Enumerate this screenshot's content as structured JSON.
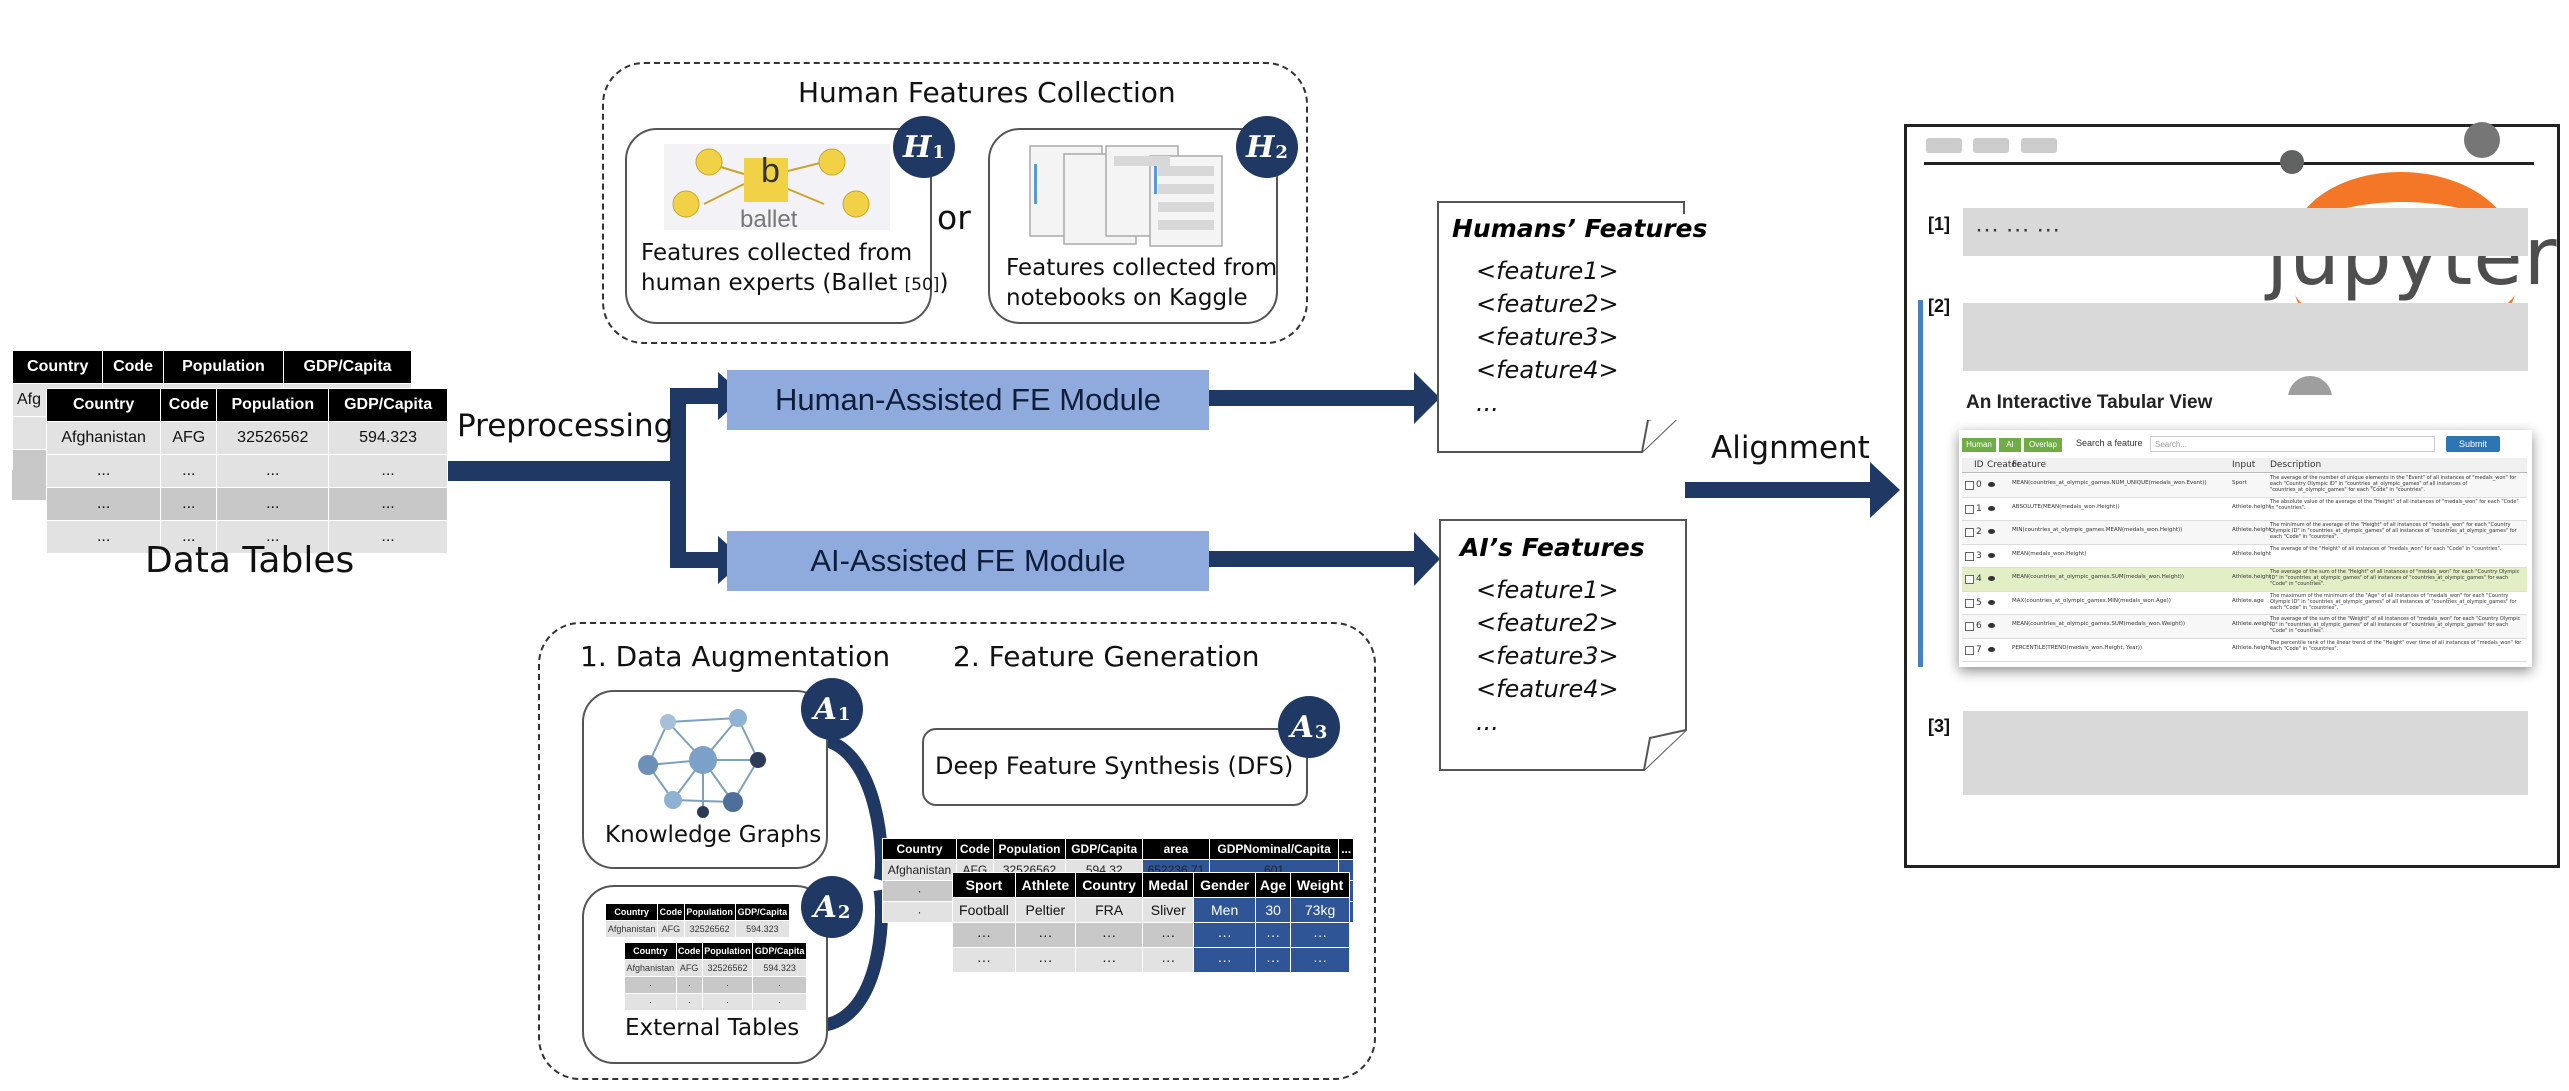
{
  "data_tables": {
    "label": "Data Tables",
    "back": {
      "headers": [
        "Country",
        "Code",
        "Population",
        "GDP/Capita"
      ],
      "peek": "Afg"
    },
    "front": {
      "headers": [
        "Country",
        "Code",
        "Population",
        "GDP/Capita"
      ],
      "row1": [
        "Afghanistan",
        "AFG",
        "32526562",
        "594.323"
      ],
      "ellipsis": "..."
    }
  },
  "preprocessing_label": "Preprocessing",
  "human_collection": {
    "title": "Human Features Collection",
    "ballet_word": "ballet",
    "ballet_logo_letter": "b",
    "h1_line1": "Features collected from",
    "h1_line2": "human experts (Ballet ",
    "h1_ref": "[50]",
    "h1_close": ")",
    "or": "or",
    "h2_line1": "Features collected from",
    "h2_line2": "notebooks on Kaggle"
  },
  "badges": {
    "h1": "H",
    "h1_sub": "1",
    "h2": "H",
    "h2_sub": "2",
    "a1": "A",
    "a1_sub": "1",
    "a2": "A",
    "a2_sub": "2",
    "a3": "A",
    "a3_sub": "3"
  },
  "modules": {
    "human": "Human-Assisted FE Module",
    "ai": "AI-Assisted FE Module"
  },
  "humans_features": {
    "title": "Humans’ Features",
    "items": [
      "<feature1>",
      "<feature2>",
      "<feature3>",
      "<feature4>",
      "..."
    ]
  },
  "ai_features": {
    "title": "AI’s Features",
    "items": [
      "<feature1>",
      "<feature2>",
      "<feature3>",
      "<feature4>",
      "..."
    ]
  },
  "alignment_label": "Alignment",
  "ai_collection": {
    "aug_title": "1. Data Augmentation",
    "gen_title": "2. Feature Generation",
    "kg_label": "Knowledge Graphs",
    "ext_label": "External Tables",
    "dfs_label": "Deep Feature Synthesis (DFS)",
    "ext_t1": {
      "headers": [
        "Country",
        "Code",
        "Population",
        "GDP/Capita"
      ],
      "row": [
        "Afghanistan",
        "AFG",
        "32526562",
        "594.323"
      ]
    },
    "ext_t2": {
      "headers": [
        "Country",
        "Code",
        "Population",
        "GDP/Capita"
      ],
      "row": [
        "Afghanistan",
        "AFG",
        "32526562",
        "594.323"
      ]
    },
    "merged": {
      "headers": [
        "Country",
        "Code",
        "Population",
        "GDP/Capita",
        "area",
        "GDPNominal/Capita",
        "..."
      ],
      "row": [
        "Afghanistan",
        "AFG",
        "32526562",
        "594.32",
        "652236.71",
        "601",
        "..."
      ]
    },
    "athletes": {
      "headers": [
        "Sport",
        "Athlete",
        "Country",
        "Medal",
        "Gender",
        "Age",
        "Weight"
      ],
      "row": [
        "Football",
        "Peltier",
        "FRA",
        "Sliver",
        "Men",
        "30",
        "73kg"
      ]
    }
  },
  "jupyter": {
    "logo_text": "jupyter",
    "cell1_label": "[1]",
    "cell1_text": "··· ··· ···",
    "cell2_label": "[2]",
    "cell3_label": "[3]",
    "view_title": "An Interactive Tabular View",
    "tabs": [
      "Human",
      "AI",
      "Overlap"
    ],
    "search_label": "Search a feature",
    "search_placeholder": "Search...",
    "submit": "Submit",
    "columns": [
      "ID",
      "Creator",
      "Feature",
      "Input",
      "Description"
    ],
    "rows": [
      {
        "feature": "MEAN(countries_at_olympic_games.NUM_UNIQUE(medals_won.Event))",
        "input": "Sport",
        "desc": "The average of the number of unique elements in the \"Event\" of all instances of \"medals_won\" for each \"Country Olympic ID\" in \"countries_at_olympic_games\" of all instances of \"countries_at_olympic_games\" for each \"Code\" in \"countries\"."
      },
      {
        "feature": "ABSOLUTE(MEAN(medals_won.Height))",
        "input": "Athlete.height",
        "desc": "The absolute value of the average of the \"Height\" of all instances of \"medals_won\" for each \"Code\" in \"countries\"."
      },
      {
        "feature": "MIN(countries_at_olympic_games.MEAN(medals_won.Height))",
        "input": "Athlete.height",
        "desc": "The minimum of the average of the \"Height\" of all instances of \"medals_won\" for each \"Country Olympic ID\" in \"countries_at_olympic_games\" of all instances of \"countries_at_olympic_games\" for each \"Code\" in \"countries\"."
      },
      {
        "feature": "MEAN(medals_won.Height)",
        "input": "Athlete.height",
        "desc": "The average of the \"Height\" of all instances of \"medals_won\" for each \"Code\" in \"countries\"."
      },
      {
        "feature": "MEAN(countries_at_olympic_games.SUM(medals_won.Height))",
        "input": "Athlete.height",
        "desc": "The average of the sum of the \"Height\" of all instances of \"medals_won\" for each \"Country Olympic ID\" in \"countries_at_olympic_games\" of all instances of \"countries_at_olympic_games\" for each \"Code\" in \"countries\"."
      },
      {
        "feature": "MAX(countries_at_olympic_games.MIN(medals_won.Age))",
        "input": "Athlete.age",
        "desc": "The maximum of the minimum of the \"Age\" of all instances of \"medals_won\" for each \"Country Olympic ID\" in \"countries_at_olympic_games\" of all instances of \"countries_at_olympic_games\" for each \"Code\" in \"countries\"."
      },
      {
        "feature": "MEAN(countries_at_olympic_games.SUM(medals_won.Weight))",
        "input": "Athlete.weight",
        "desc": "The average of the sum of the \"Weight\" of all instances of \"medals_won\" for each \"Country Olympic ID\" in \"countries_at_olympic_games\" of all instances of \"countries_at_olympic_games\" for each \"Code\" in \"countries\"."
      },
      {
        "feature": "PERCENTILE(TREND(medals_won.Height, Year))",
        "input": "Athlete.height",
        "desc": "The percentile rank of the linear trend of the \"Height\" over time of all instances of \"medals_won\" for each \"Code\" in \"countries\"."
      }
    ],
    "row_ids": [
      "0",
      "1",
      "2",
      "3",
      "4",
      "5",
      "6",
      "7"
    ],
    "highlight_row": 4
  }
}
